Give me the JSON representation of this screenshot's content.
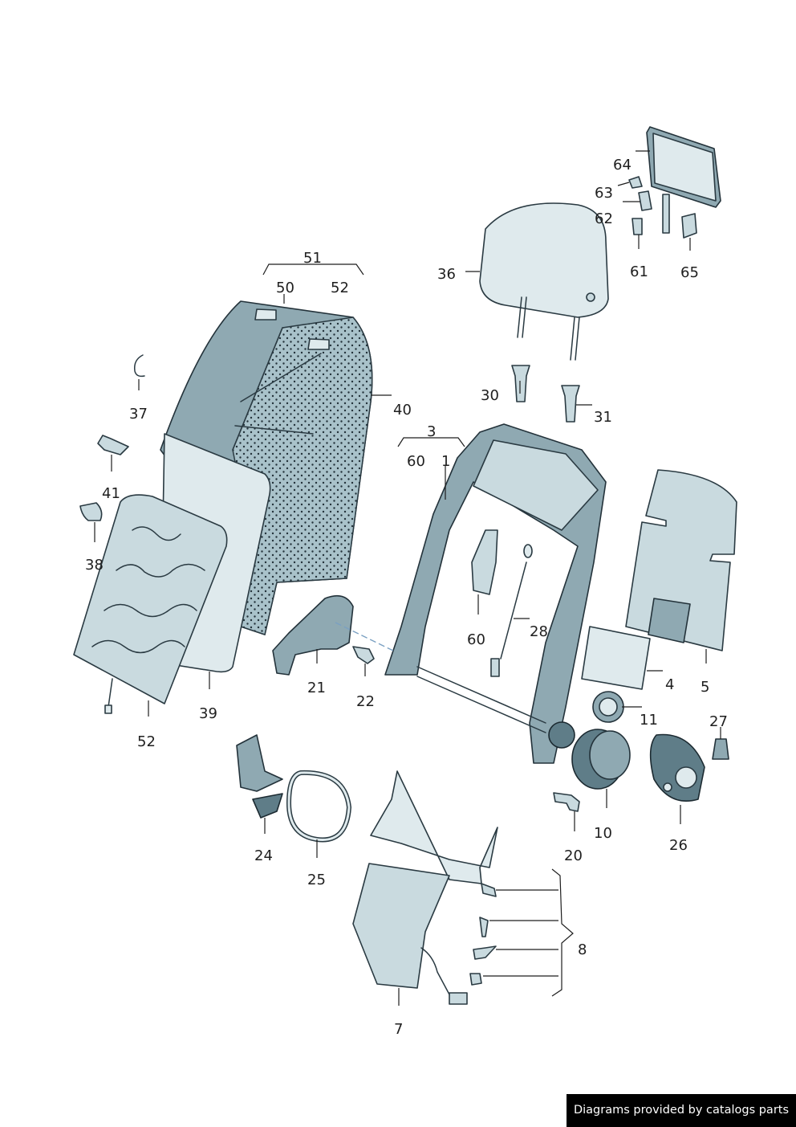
{
  "labels": {
    "p1": "1",
    "p3": "3",
    "p4": "4",
    "p5": "5",
    "p7": "7",
    "p8": "8",
    "p10": "10",
    "p11": "11",
    "p20": "20",
    "p21": "21",
    "p22": "22",
    "p24": "24",
    "p25": "25",
    "p26": "26",
    "p27": "27",
    "p28": "28",
    "p30": "30",
    "p31": "31",
    "p36": "36",
    "p37": "37",
    "p38": "38",
    "p39": "39",
    "p40": "40",
    "p41": "41",
    "p50": "50",
    "p51": "51",
    "p52_top": "52",
    "p52_bottom": "52",
    "p60_top": "60",
    "p60_mid": "60",
    "p61": "61",
    "p62": "62",
    "p63": "63",
    "p64": "64",
    "p65": "65"
  },
  "footer": {
    "credit": "Diagrams provided by catalogs parts"
  }
}
